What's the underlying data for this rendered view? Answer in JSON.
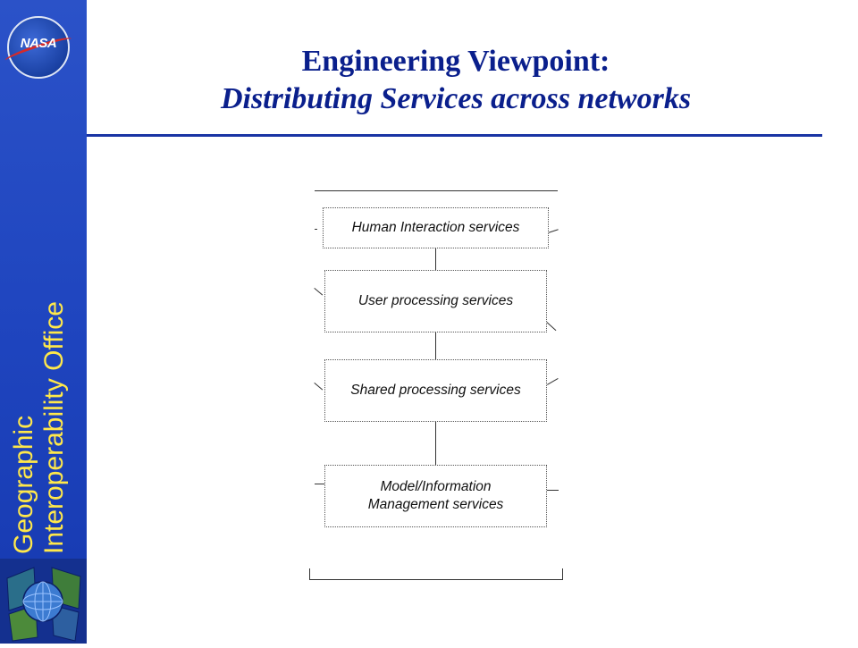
{
  "sidebar": {
    "logo_text": "NASA",
    "org_line1": "Geographic",
    "org_line2": "Interoperability Office"
  },
  "header": {
    "title_line1": "Engineering Viewpoint:",
    "title_line2": "Distributing Services across networks"
  },
  "diagram": {
    "boxes": [
      {
        "label": "Human Interaction services"
      },
      {
        "label": "User processing services"
      },
      {
        "label": "Shared processing services"
      },
      {
        "label_line1": "Model/Information",
        "label_line2": "Management services"
      }
    ]
  },
  "colors": {
    "sidebar": "#1f45bf",
    "title": "#0a1f8c",
    "org_text": "#ffe84a"
  }
}
